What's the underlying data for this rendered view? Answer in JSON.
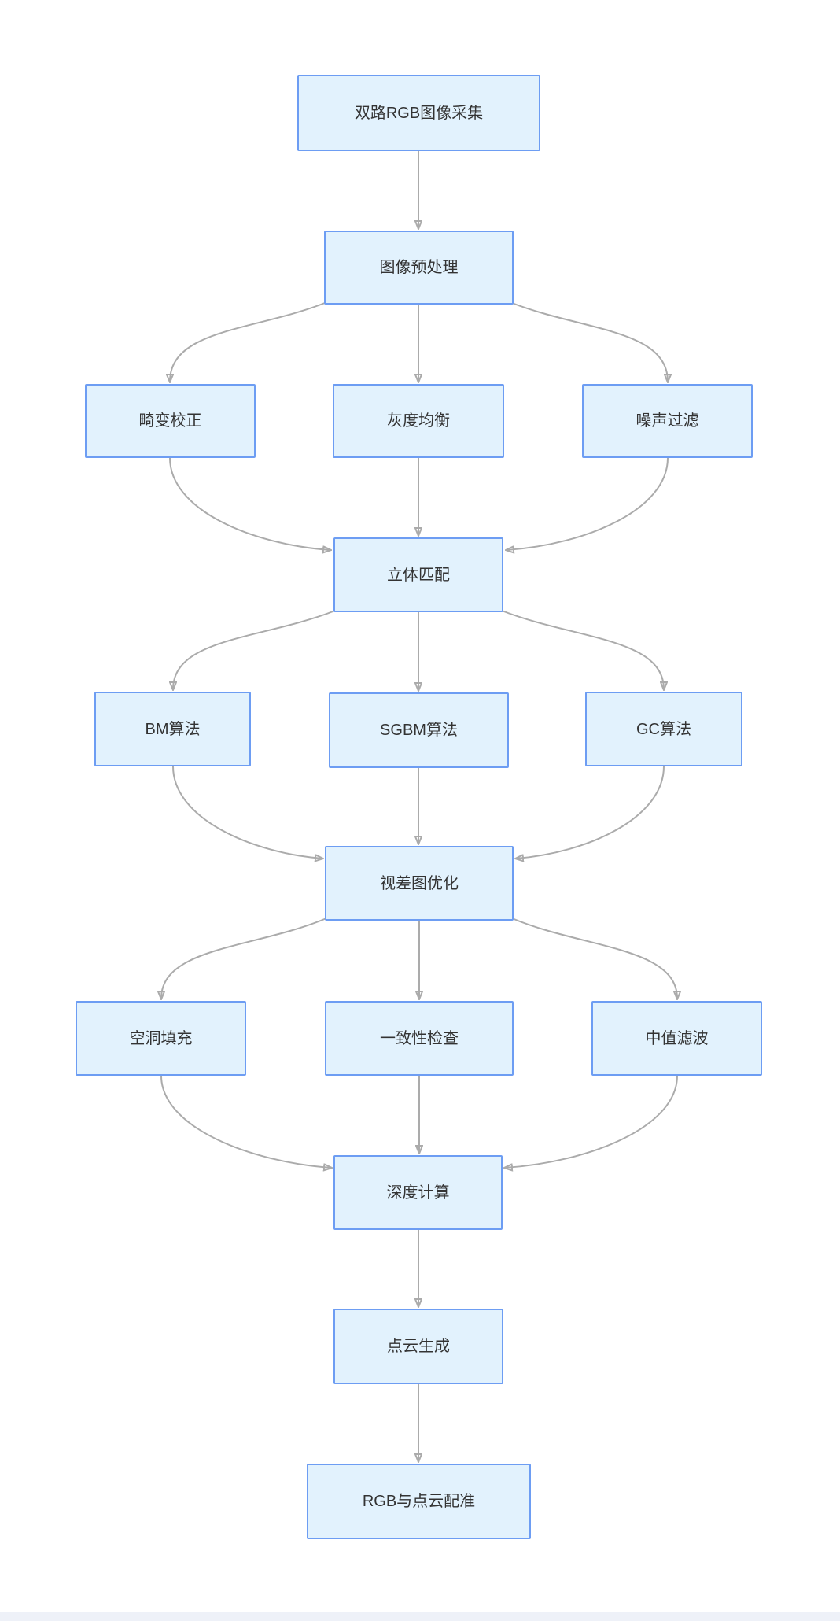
{
  "diagram": {
    "type": "flowchart",
    "colors": {
      "node_fill": "#E2F2FD",
      "node_border": "#6D9DF3",
      "edge": "#ABABAB",
      "arrowhead": "#9E9E9E",
      "text": "#333333",
      "footer_bar": "#EEF1F8",
      "background": "#FFFFFF"
    },
    "nodes": [
      {
        "id": "rgb-capture",
        "label": "双路RGB图像采集"
      },
      {
        "id": "preprocess",
        "label": "图像预处理"
      },
      {
        "id": "distortion-correction",
        "label": "畸变校正"
      },
      {
        "id": "gray-equalization",
        "label": "灰度均衡"
      },
      {
        "id": "noise-filter",
        "label": "噪声过滤"
      },
      {
        "id": "stereo-matching",
        "label": "立体匹配"
      },
      {
        "id": "bm-algorithm",
        "label": "BM算法"
      },
      {
        "id": "sgbm-algorithm",
        "label": "SGBM算法"
      },
      {
        "id": "gc-algorithm",
        "label": "GC算法"
      },
      {
        "id": "disparity-optimization",
        "label": "视差图优化"
      },
      {
        "id": "hole-filling",
        "label": "空洞填充"
      },
      {
        "id": "consistency-check",
        "label": "一致性检查"
      },
      {
        "id": "median-filter",
        "label": "中值滤波"
      },
      {
        "id": "depth-calculation",
        "label": "深度计算"
      },
      {
        "id": "pointcloud-generation",
        "label": "点云生成"
      },
      {
        "id": "rgb-pointcloud-registration",
        "label": "RGB与点云配准"
      }
    ],
    "edges": [
      {
        "from": "rgb-capture",
        "to": "preprocess"
      },
      {
        "from": "preprocess",
        "to": "distortion-correction"
      },
      {
        "from": "preprocess",
        "to": "gray-equalization"
      },
      {
        "from": "preprocess",
        "to": "noise-filter"
      },
      {
        "from": "distortion-correction",
        "to": "stereo-matching"
      },
      {
        "from": "gray-equalization",
        "to": "stereo-matching"
      },
      {
        "from": "noise-filter",
        "to": "stereo-matching"
      },
      {
        "from": "stereo-matching",
        "to": "bm-algorithm"
      },
      {
        "from": "stereo-matching",
        "to": "sgbm-algorithm"
      },
      {
        "from": "stereo-matching",
        "to": "gc-algorithm"
      },
      {
        "from": "bm-algorithm",
        "to": "disparity-optimization"
      },
      {
        "from": "sgbm-algorithm",
        "to": "disparity-optimization"
      },
      {
        "from": "gc-algorithm",
        "to": "disparity-optimization"
      },
      {
        "from": "disparity-optimization",
        "to": "hole-filling"
      },
      {
        "from": "disparity-optimization",
        "to": "consistency-check"
      },
      {
        "from": "disparity-optimization",
        "to": "median-filter"
      },
      {
        "from": "hole-filling",
        "to": "depth-calculation"
      },
      {
        "from": "consistency-check",
        "to": "depth-calculation"
      },
      {
        "from": "median-filter",
        "to": "depth-calculation"
      },
      {
        "from": "depth-calculation",
        "to": "pointcloud-generation"
      },
      {
        "from": "pointcloud-generation",
        "to": "rgb-pointcloud-registration"
      }
    ]
  }
}
